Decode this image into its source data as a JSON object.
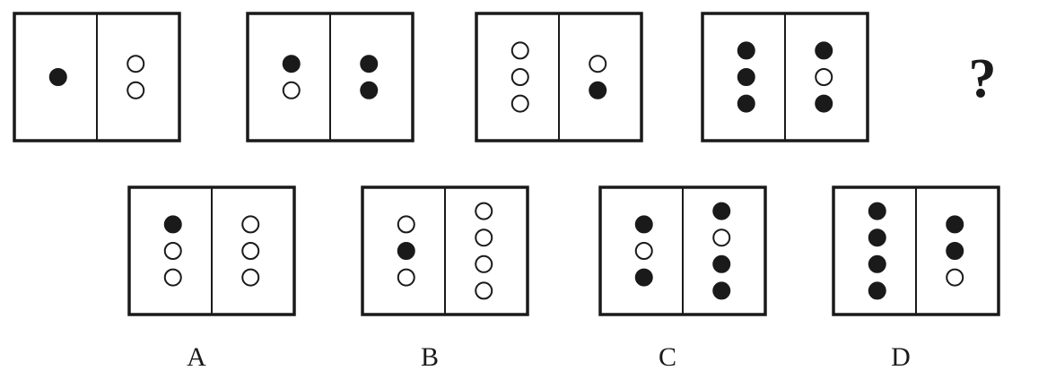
{
  "question_mark": "?",
  "colors": {
    "ink": "#1a1a1a",
    "paper": "#ffffff"
  },
  "sequence": [
    {
      "left": [
        "filled"
      ],
      "right": [
        "open",
        "open"
      ]
    },
    {
      "left": [
        "filled",
        "open"
      ],
      "right": [
        "filled",
        "filled"
      ]
    },
    {
      "left": [
        "open",
        "open",
        "open"
      ],
      "right": [
        "open",
        "filled"
      ]
    },
    {
      "left": [
        "filled",
        "filled",
        "filled"
      ],
      "right": [
        "filled",
        "open",
        "filled"
      ]
    }
  ],
  "options": [
    {
      "label": "A",
      "left": [
        "filled",
        "open",
        "open"
      ],
      "right": [
        "open",
        "open",
        "open"
      ]
    },
    {
      "label": "B",
      "left": [
        "open",
        "filled",
        "open"
      ],
      "right": [
        "open",
        "open",
        "open",
        "open"
      ]
    },
    {
      "label": "C",
      "left": [
        "filled",
        "open",
        "filled"
      ],
      "right": [
        "filled",
        "open",
        "filled",
        "filled"
      ]
    },
    {
      "label": "D",
      "left": [
        "filled",
        "filled",
        "filled",
        "filled"
      ],
      "right": [
        "filled",
        "filled",
        "open"
      ]
    }
  ]
}
